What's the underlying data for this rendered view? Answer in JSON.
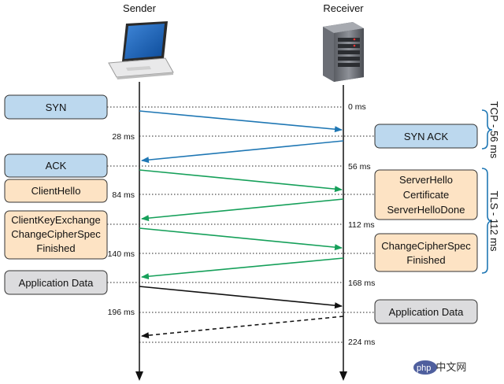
{
  "actors": {
    "sender": "Sender",
    "receiver": "Receiver"
  },
  "colors": {
    "blue_box": "#bcd8ee",
    "orange_box": "#fde3c4",
    "gray_box": "#dcdcde",
    "tcp_arrow": "#1f77b4",
    "tls_arrow": "#16a05a",
    "app_arrow": "#111111",
    "brace": "#1f77b4"
  },
  "sender_boxes": [
    {
      "lines": [
        "SYN"
      ],
      "color": "blue"
    },
    {
      "lines": [
        "ACK"
      ],
      "color": "blue"
    },
    {
      "lines": [
        "ClientHello"
      ],
      "color": "orange"
    },
    {
      "lines": [
        "ClientKeyExchange",
        "ChangeCipherSpec",
        "Finished"
      ],
      "color": "orange"
    },
    {
      "lines": [
        "Application Data"
      ],
      "color": "gray"
    }
  ],
  "receiver_boxes": [
    {
      "lines": [
        "SYN ACK"
      ],
      "color": "blue"
    },
    {
      "lines": [
        "ServerHello",
        "Certificate",
        "ServerHelloDone"
      ],
      "color": "orange"
    },
    {
      "lines": [
        "ChangeCipherSpec",
        "Finished"
      ],
      "color": "orange"
    },
    {
      "lines": [
        "Application Data"
      ],
      "color": "gray"
    }
  ],
  "times_receiver": [
    "0 ms",
    "56 ms",
    "112 ms",
    "168 ms",
    "224 ms"
  ],
  "times_sender": [
    "28 ms",
    "84 ms",
    "140 ms",
    "196 ms"
  ],
  "phases": [
    {
      "label": "TCP - 56 ms"
    },
    {
      "label": "TLS - 112 ms"
    }
  ],
  "watermark": "php 中文网"
}
